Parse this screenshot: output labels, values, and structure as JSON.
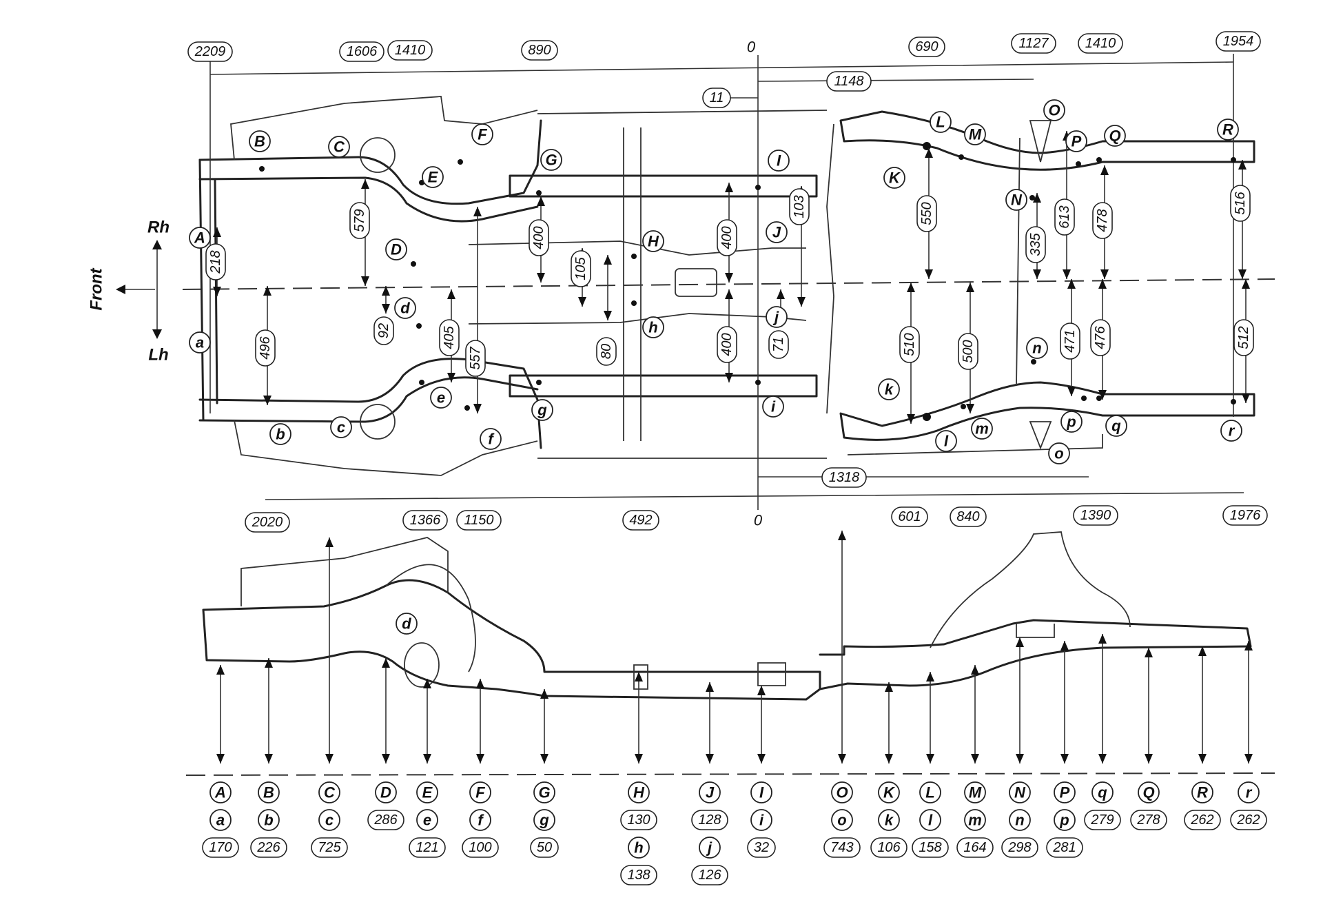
{
  "directions": {
    "front": "Front",
    "rh": "Rh",
    "lh": "Lh"
  },
  "zero_marks": [
    "0",
    "0"
  ],
  "dimensions_top": [
    {
      "key": "t2209",
      "value": "2209"
    },
    {
      "key": "t1606",
      "value": "1606"
    },
    {
      "key": "t1410a",
      "value": "1410"
    },
    {
      "key": "t890",
      "value": "890"
    },
    {
      "key": "t690",
      "value": "690"
    },
    {
      "key": "t1127",
      "value": "1127"
    },
    {
      "key": "t1410b",
      "value": "1410"
    },
    {
      "key": "t1954",
      "value": "1954"
    },
    {
      "key": "t11",
      "value": "11"
    },
    {
      "key": "t1148",
      "value": "1148"
    }
  ],
  "dimensions_bottom": [
    {
      "key": "b2020",
      "value": "2020"
    },
    {
      "key": "b1366",
      "value": "1366"
    },
    {
      "key": "b1150",
      "value": "1150"
    },
    {
      "key": "b492",
      "value": "492"
    },
    {
      "key": "b601",
      "value": "601"
    },
    {
      "key": "b840",
      "value": "840"
    },
    {
      "key": "b1390",
      "value": "1390"
    },
    {
      "key": "b1976",
      "value": "1976"
    },
    {
      "key": "b1318",
      "value": "1318"
    }
  ],
  "dimensions_vertical": [
    {
      "key": "v218",
      "value": "218"
    },
    {
      "key": "v579",
      "value": "579"
    },
    {
      "key": "v496",
      "value": "496"
    },
    {
      "key": "v92",
      "value": "92"
    },
    {
      "key": "v405",
      "value": "405"
    },
    {
      "key": "v557",
      "value": "557"
    },
    {
      "key": "v400a",
      "value": "400"
    },
    {
      "key": "v105",
      "value": "105"
    },
    {
      "key": "v80",
      "value": "80"
    },
    {
      "key": "v400b",
      "value": "400"
    },
    {
      "key": "v400c",
      "value": "400"
    },
    {
      "key": "v103",
      "value": "103"
    },
    {
      "key": "v71",
      "value": "71"
    },
    {
      "key": "v550",
      "value": "550"
    },
    {
      "key": "v510",
      "value": "510"
    },
    {
      "key": "v500",
      "value": "500"
    },
    {
      "key": "v335",
      "value": "335"
    },
    {
      "key": "v613",
      "value": "613"
    },
    {
      "key": "v471",
      "value": "471"
    },
    {
      "key": "v478",
      "value": "478"
    },
    {
      "key": "v476",
      "value": "476"
    },
    {
      "key": "v516",
      "value": "516"
    },
    {
      "key": "v512",
      "value": "512"
    }
  ],
  "points_plan": [
    "A",
    "a",
    "B",
    "b",
    "C",
    "c",
    "D",
    "d",
    "E",
    "e",
    "F",
    "f",
    "G",
    "g",
    "H",
    "h",
    "I",
    "i",
    "J",
    "j",
    "K",
    "k",
    "L",
    "l",
    "M",
    "m",
    "N",
    "n",
    "O",
    "o",
    "P",
    "p",
    "Q",
    "q",
    "R",
    "r"
  ],
  "points_side": [
    "d"
  ],
  "height_table": [
    {
      "label": "A",
      "sub": "a",
      "values": [
        "170"
      ]
    },
    {
      "label": "B",
      "sub": "b",
      "values": [
        "226"
      ]
    },
    {
      "label": "C",
      "sub": "c",
      "values": [
        "725"
      ]
    },
    {
      "label": "D",
      "sub": "",
      "values": [
        "286"
      ]
    },
    {
      "label": "E",
      "sub": "e",
      "values": [
        "121"
      ]
    },
    {
      "label": "F",
      "sub": "f",
      "values": [
        "100"
      ]
    },
    {
      "label": "G",
      "sub": "g",
      "values": [
        "50"
      ]
    },
    {
      "label": "H",
      "sub": "",
      "values": [
        "130",
        "h",
        "138"
      ]
    },
    {
      "label": "J",
      "sub": "",
      "values": [
        "128",
        "j",
        "126"
      ]
    },
    {
      "label": "I",
      "sub": "i",
      "values": [
        "32"
      ]
    },
    {
      "label": "O",
      "sub": "o",
      "values": [
        "743"
      ]
    },
    {
      "label": "K",
      "sub": "k",
      "values": [
        "106"
      ]
    },
    {
      "label": "L",
      "sub": "l",
      "values": [
        "158"
      ]
    },
    {
      "label": "M",
      "sub": "m",
      "values": [
        "164"
      ]
    },
    {
      "label": "N",
      "sub": "n",
      "values": [
        "298"
      ]
    },
    {
      "label": "P",
      "sub": "p",
      "values": [
        "281"
      ]
    },
    {
      "label": "q",
      "sub": "",
      "values": [
        "279"
      ]
    },
    {
      "label": "Q",
      "sub": "",
      "values": [
        "278"
      ]
    },
    {
      "label": "R",
      "sub": "",
      "values": [
        "262"
      ]
    },
    {
      "label": "r",
      "sub": "",
      "values": [
        "262"
      ]
    }
  ]
}
